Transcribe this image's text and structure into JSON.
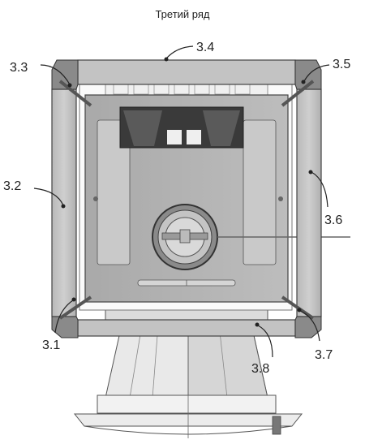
{
  "title": "Третий ряд",
  "callouts": [
    {
      "id": "c31",
      "label": "3.1"
    },
    {
      "id": "c32",
      "label": "3.2"
    },
    {
      "id": "c33",
      "label": "3.3"
    },
    {
      "id": "c34",
      "label": "3.4"
    },
    {
      "id": "c35",
      "label": "3.5"
    },
    {
      "id": "c36",
      "label": "3.6"
    },
    {
      "id": "c37",
      "label": "3.7"
    },
    {
      "id": "c38",
      "label": "3.8"
    }
  ]
}
